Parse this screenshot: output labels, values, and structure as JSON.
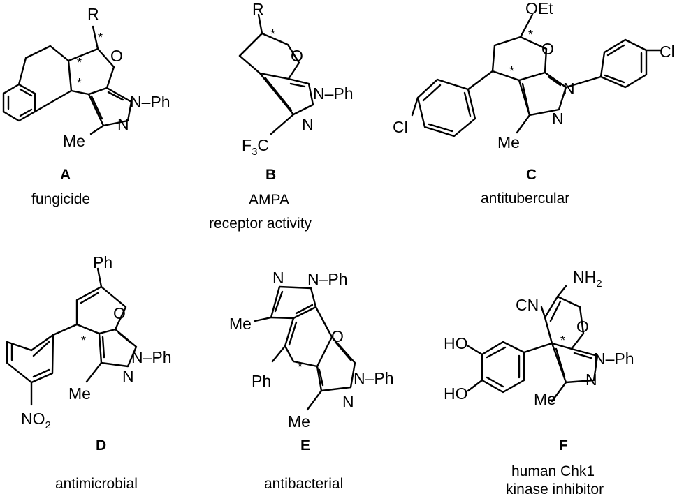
{
  "compounds": [
    {
      "id": "A",
      "activity": [
        "fungicide"
      ]
    },
    {
      "id": "B",
      "activity": [
        "AMPA",
        "receptor activity"
      ]
    },
    {
      "id": "C",
      "activity": [
        "antitubercular"
      ]
    },
    {
      "id": "D",
      "activity": [
        "antimicrobial"
      ]
    },
    {
      "id": "E",
      "activity": [
        "antibacterial"
      ]
    },
    {
      "id": "F",
      "activity": [
        "human Chk1",
        "kinase inhibitor"
      ]
    }
  ],
  "atoms": {
    "R": "R",
    "O": "O",
    "N": "N",
    "Ph": "N–Ph",
    "Me": "Me",
    "F3C": "F",
    "F3C_sub": "3",
    "F3C_C": "C",
    "OEt": "OEt",
    "Cl": "Cl",
    "Phenyl": "Ph",
    "NO2": "NO",
    "NO2_sub": "2",
    "NH2": "NH",
    "NH2_sub": "2",
    "CN": "CN",
    "HO": "HO",
    "star": "*"
  }
}
